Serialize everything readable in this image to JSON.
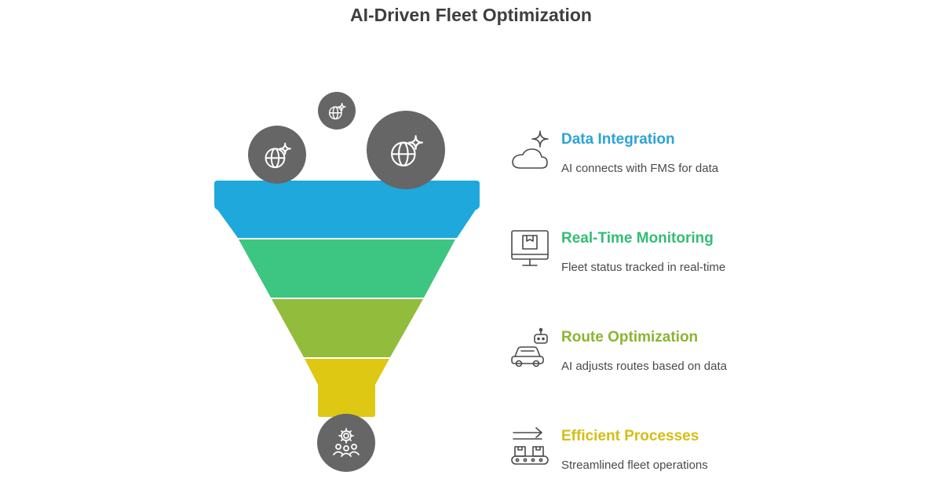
{
  "title": "AI-Driven Fleet Optimization",
  "colors": {
    "layer1": "#1EA8DB",
    "layer2": "#3CC681",
    "layer3": "#92BD3C",
    "layer4": "#DEC814",
    "circle": "#666666",
    "icon_stroke": "#4a4a4a"
  },
  "stages": [
    {
      "label": "Data Integration",
      "description": "AI connects with FMS for data",
      "color": "#2BA3D6",
      "icon": "cloud-sparkle-icon"
    },
    {
      "label": "Real-Time Monitoring",
      "description": "Fleet status tracked in real-time",
      "color": "#33BD73",
      "icon": "monitor-box-icon"
    },
    {
      "label": "Route Optimization",
      "description": "AI adjusts routes based on data",
      "color": "#8BB531",
      "icon": "car-robot-icon"
    },
    {
      "label": "Efficient Processes",
      "description": "Streamlined fleet operations",
      "color": "#D5BE12",
      "icon": "conveyor-arrow-icon"
    }
  ],
  "inputs": [
    {
      "icon": "globe-sparkle-icon"
    },
    {
      "icon": "globe-sparkle-icon"
    },
    {
      "icon": "globe-sparkle-icon"
    }
  ],
  "output": {
    "icon": "gear-people-icon"
  }
}
